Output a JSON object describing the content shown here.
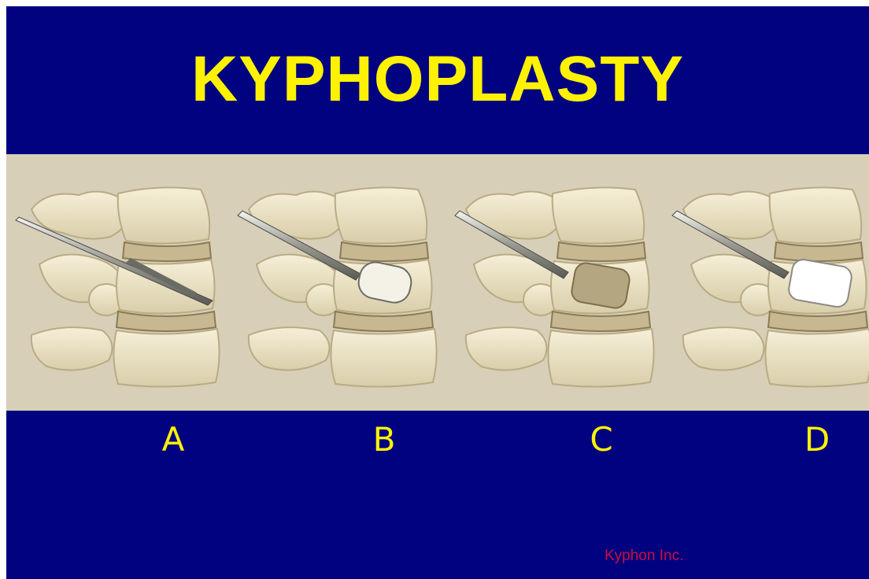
{
  "slide": {
    "title": "KYPHOPLASTY",
    "steps": [
      {
        "label": "A",
        "instrument": "needle-icon"
      },
      {
        "label": "B",
        "instrument": "balloon-icon"
      },
      {
        "label": "C",
        "instrument": "cavity-icon"
      },
      {
        "label": "D",
        "instrument": "cement-icon"
      }
    ],
    "credit": "Kyphon Inc.",
    "colors": {
      "background": "#010280",
      "title": "#fff200",
      "band": "#d8cfb8",
      "bone": "#ece3c6",
      "credit": "#c8103a"
    }
  }
}
